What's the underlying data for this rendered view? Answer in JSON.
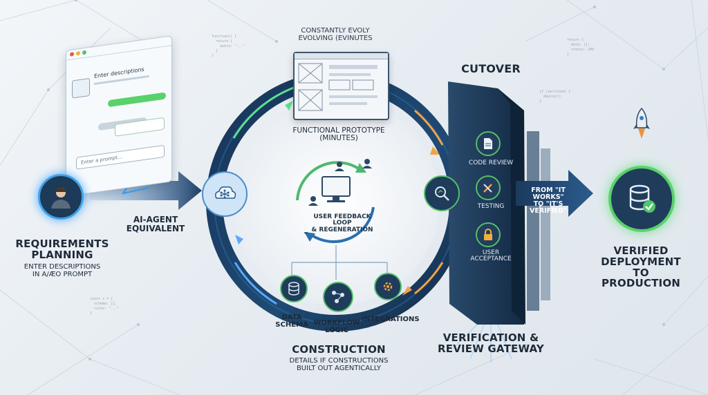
{
  "requirements": {
    "title_line1": "REQUIREMENTS",
    "title_line2": "PLANNING",
    "desc_line1": "ENTER DESCRIPTIONS",
    "desc_line2": "IN A/ÆO PROMPT",
    "chat_heading": "Enter descriptions",
    "prompt_placeholder": "Enter a prompt..."
  },
  "ai_agent": {
    "line1": "AI-AGENT",
    "line2": "EQUIVALENT"
  },
  "evolving": {
    "line1": "CONSTANTLY EVOLY",
    "line2": "EVOLVING (EVINUTES"
  },
  "prototype": {
    "line1": "FUNCTIONAL PROTOTYPE",
    "line2": "(MINUTES)"
  },
  "feedback": {
    "line1": "USER FEEDBACK LOOP",
    "line2": "& REGENERATION"
  },
  "construction": {
    "title": "CONSTRUCTION",
    "desc_line1": "DETAILS IF CONSTRUCTIONS",
    "desc_line2": "BUILT OUT AGENTICALLY",
    "items": [
      {
        "line1": "DATA",
        "line2": "SCHEMA",
        "icon": "database-icon"
      },
      {
        "line1": "WORKFLOW",
        "line2": "LOGIC",
        "icon": "workflow-icon"
      },
      {
        "line1": "INTEGRATIONS",
        "line2": "",
        "icon": "gear-icon"
      }
    ]
  },
  "cutover": {
    "title": "CUTOVER",
    "items": [
      {
        "line1": "CODE REVIEW",
        "line2": "",
        "icon": "document-icon"
      },
      {
        "line1": "TESTING",
        "line2": "",
        "icon": "tools-icon"
      },
      {
        "line1": "USER",
        "line2": "ACCEPTANCE",
        "icon": "lock-icon"
      }
    ]
  },
  "arrow_text": {
    "line1": "FROM \"IT WORKS\"",
    "line2": "TO \"IT'S VERIFIED\""
  },
  "gateway": {
    "line1": "VERIFICATION &",
    "line2": "REVIEW GATEWAY"
  },
  "deployment": {
    "line1": "VERIFIED",
    "line2": "DEPLOYMENT",
    "line3": "TO PRODUCTION"
  },
  "colors": {
    "accent_blue": "#2a6fb0",
    "accent_green": "#47c97a",
    "navy": "#1d3147",
    "orange": "#f0903a"
  }
}
